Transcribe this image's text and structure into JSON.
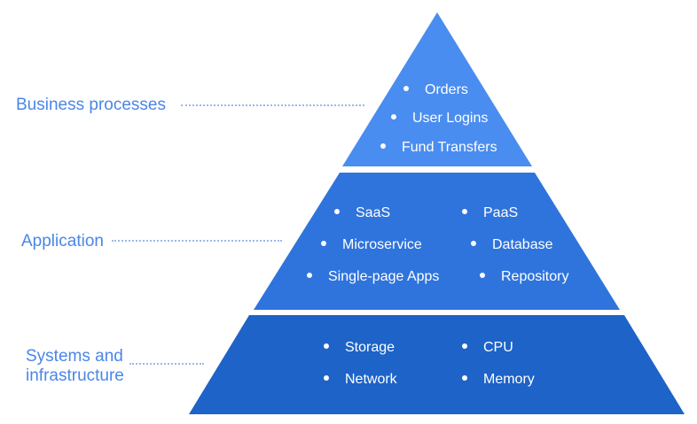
{
  "diagram": {
    "type": "pyramid",
    "colors": {
      "top_tier": "#4a8df0",
      "middle_tier": "#2f74dc",
      "bottom_tier": "#1d63c8",
      "label_text": "#4a86e8",
      "leader_line": "#9bb8ec",
      "item_text": "#ffffff"
    },
    "layers": [
      {
        "label": "Business processes",
        "items": [
          "Orders",
          "User Logins",
          "Fund Transfers"
        ]
      },
      {
        "label": "Application",
        "items_left": [
          "SaaS",
          "Microservice",
          "Single-page Apps"
        ],
        "items_right": [
          "PaaS",
          "Database",
          "Repository"
        ]
      },
      {
        "label_line1": "Systems and",
        "label_line2": "infrastructure",
        "items_left": [
          "Storage",
          "Network"
        ],
        "items_right": [
          "CPU",
          "Memory"
        ]
      }
    ]
  }
}
